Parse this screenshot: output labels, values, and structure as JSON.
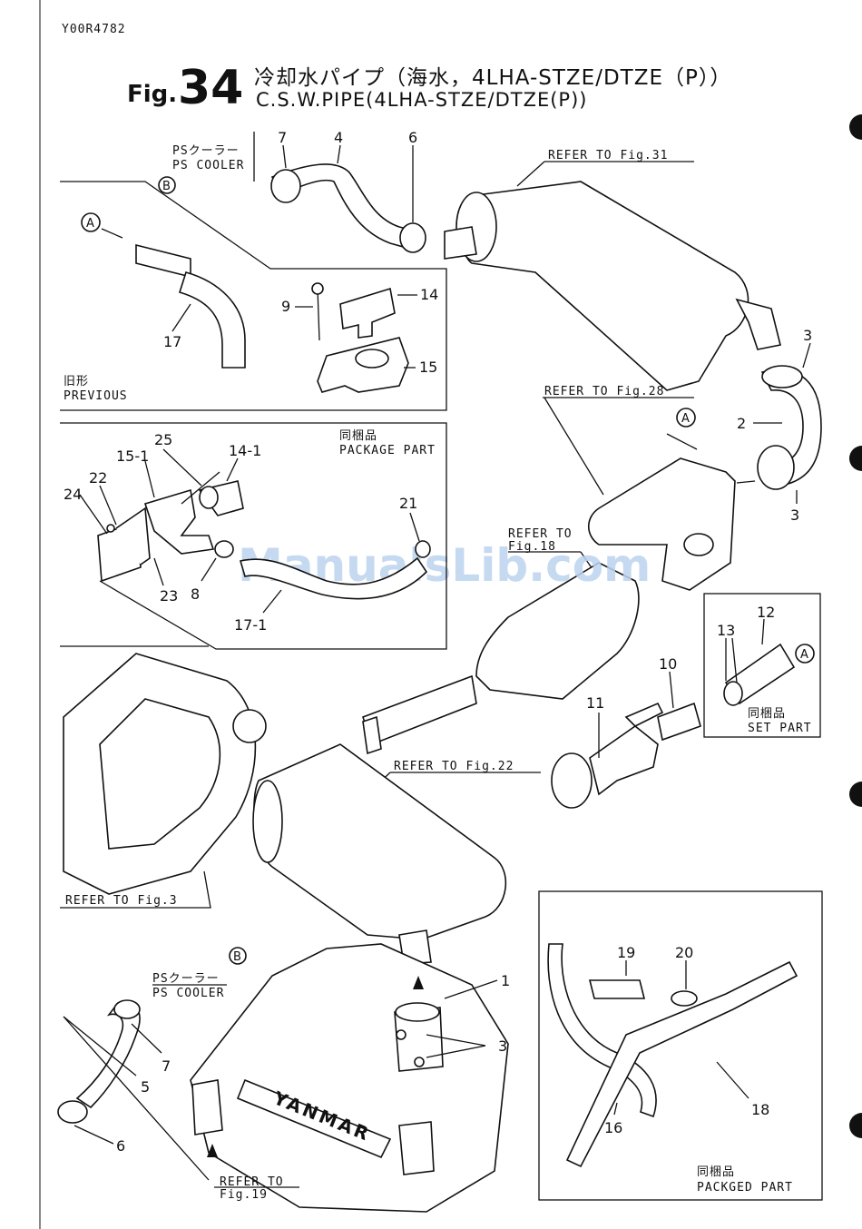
{
  "doc_code": "Y00R4782",
  "fig_word": "Fig.",
  "fig_number": "34",
  "title_jp": "冷却水パイプ（海水，4LHA-STZE/DTZE（P））",
  "title_en": "C.S.W.PIPE(4LHA-STZE/DTZE(P))",
  "watermark": "ManualsLib.com",
  "references": {
    "fig31": "REFER TO Fig.31",
    "fig28": "REFER TO Fig.28",
    "fig18_line1": "REFER TO",
    "fig18_line2": "Fig.18",
    "fig22": "REFER TO Fig.22",
    "fig3": "REFER TO Fig.3",
    "fig19_line1": "REFER TO",
    "fig19_line2": "Fig.19"
  },
  "callouts": {
    "ps_cooler_jp": "PSクーラー",
    "ps_cooler_en": "PS COOLER",
    "circle_b": "B",
    "circle_a": "A",
    "previous_jp": "旧形",
    "previous_en": "PREVIOUS",
    "package_jp": "同梱品",
    "package_en": "PACKAGE PART",
    "set_jp": "同梱品",
    "set_en": "SET PART",
    "packged_jp": "同梱品",
    "packged_en": "PACKGED PART",
    "engine_brand": "YANMAR"
  },
  "part_numbers": {
    "p1": "1",
    "p2": "2",
    "p3": "3",
    "p4": "4",
    "p5": "5",
    "p6": "6",
    "p7": "7",
    "p8": "8",
    "p9": "9",
    "p10": "10",
    "p11": "11",
    "p12": "12",
    "p13": "13",
    "p14": "14",
    "p14_1": "14-1",
    "p15": "15",
    "p15_1": "15-1",
    "p16": "16",
    "p17": "17",
    "p17_1": "17-1",
    "p18": "18",
    "p19": "19",
    "p20": "20",
    "p21": "21",
    "p22": "22",
    "p23": "23",
    "p24": "24",
    "p25": "25"
  }
}
